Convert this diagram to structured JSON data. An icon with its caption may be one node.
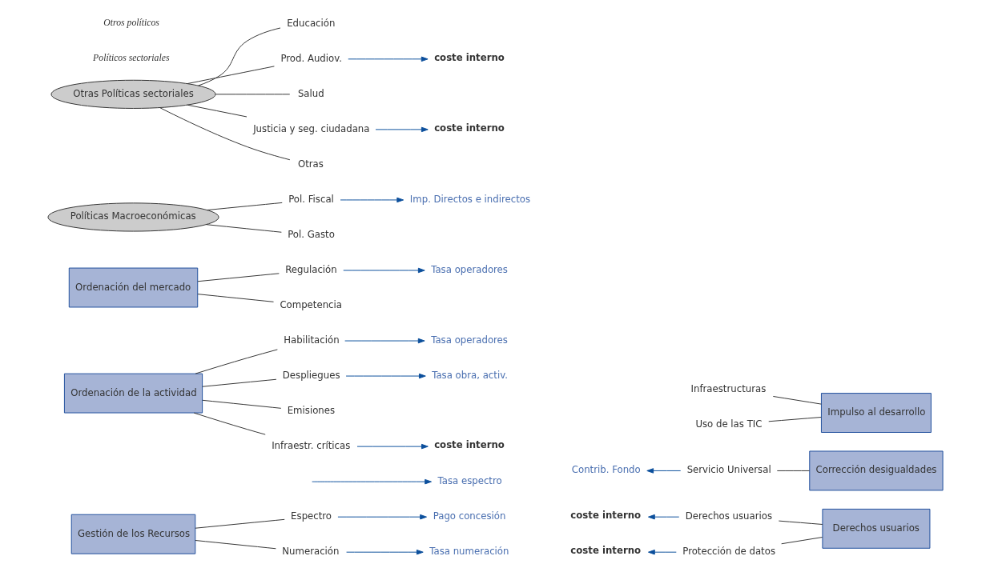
{
  "diagram": {
    "nodes": [
      {
        "text": [
          "Gestión de los Recursos"
        ]
      },
      {
        "text": [
          "Espectro"
        ]
      },
      {
        "text": [
          "Numeración"
        ]
      },
      {
        "text": [
          "Pago concesión"
        ]
      },
      {
        "text": [
          "Tasa espectro"
        ]
      },
      {
        "text": [
          "Tasa numeración"
        ]
      },
      {
        "text": [
          "Derechos usuarios"
        ]
      },
      {
        "text": [
          "Derechos usuarios"
        ]
      },
      {
        "text": [
          "Protección de datos"
        ]
      },
      {
        "text": [
          "coste interno"
        ]
      },
      {
        "text": [
          "coste interno"
        ]
      },
      {
        "text": [
          "Ordenación de la actividad"
        ]
      },
      {
        "text": [
          "Habilitación"
        ]
      },
      {
        "text": [
          "Despliegues"
        ]
      },
      {
        "text": [
          "Emisiones"
        ]
      },
      {
        "text": [
          "Infraestr. críticas"
        ]
      },
      {
        "text": [
          "Tasa operadores"
        ]
      },
      {
        "text": [
          "Tasa obra, activ."
        ]
      },
      {
        "text": [
          "coste interno"
        ]
      },
      {
        "text": [
          "Corrección desigualdades"
        ]
      },
      {
        "text": [
          "Servicio Universal"
        ]
      },
      {
        "text": [
          "Contrib. Fondo"
        ]
      },
      {
        "text": [
          "Ordenación del mercado"
        ]
      },
      {
        "text": [
          "Regulación"
        ]
      },
      {
        "text": [
          "Competencia"
        ]
      },
      {
        "text": [
          "Tasa operadores"
        ]
      },
      {
        "text": [
          "Impulso al desarrollo"
        ]
      },
      {
        "text": [
          "Infraestructuras"
        ]
      },
      {
        "text": [
          "Uso de las TIC"
        ]
      },
      {
        "text": [
          "Políticas Macroeconómicas"
        ]
      },
      {
        "text": [
          "Pol. Fiscal"
        ]
      },
      {
        "text": [
          "Pol. Gasto"
        ]
      },
      {
        "text": [
          "Imp. Directos e indirectos"
        ]
      },
      {
        "text": [
          "Otras Políticas sectoriales"
        ]
      },
      {
        "text": [
          "Educación"
        ]
      },
      {
        "text": [
          "Prod. Audiov."
        ]
      },
      {
        "text": [
          "Salud"
        ]
      },
      {
        "text": [
          "Justicia y seg. ciudadana"
        ]
      },
      {
        "text": [
          "Otras"
        ]
      },
      {
        "text": [
          "coste interno"
        ]
      },
      {
        "text": [
          "coste interno"
        ]
      }
    ],
    "edges": [
      {
        "from": 0,
        "to": 1,
        "arrow": "none"
      },
      {
        "from": 0,
        "to": 2,
        "arrow": "none"
      },
      {
        "from": 1,
        "to": 3,
        "arrow": "to",
        "color": "#0b4f9c"
      },
      {
        "from": null,
        "to": 4,
        "arrow": "to",
        "color": "#0b4f9c"
      },
      {
        "from": 2,
        "to": 5,
        "arrow": "to",
        "color": "#0b4f9c"
      },
      {
        "from": 6,
        "to": 7,
        "arrow": "none"
      },
      {
        "from": 6,
        "to": 8,
        "arrow": "none"
      },
      {
        "from": 7,
        "to": 9,
        "arrow": "to",
        "color": "#0b4f9c"
      },
      {
        "from": 8,
        "to": 10,
        "arrow": "to",
        "color": "#0b4f9c"
      },
      {
        "from": 11,
        "to": 12,
        "arrow": "none"
      },
      {
        "from": 11,
        "to": 13,
        "arrow": "none"
      },
      {
        "from": 11,
        "to": 14,
        "arrow": "none"
      },
      {
        "from": 11,
        "to": 15,
        "arrow": "none"
      },
      {
        "from": 12,
        "to": 16,
        "arrow": "to",
        "color": "#0b4f9c"
      },
      {
        "from": 13,
        "to": 17,
        "arrow": "to",
        "color": "#0b4f9c"
      },
      {
        "from": 15,
        "to": 18,
        "arrow": "to",
        "color": "#0b4f9c"
      },
      {
        "from": 19,
        "to": 20,
        "arrow": "none"
      },
      {
        "from": 20,
        "to": 21,
        "arrow": "to",
        "color": "#0b4f9c"
      },
      {
        "from": 22,
        "to": 23,
        "arrow": "none"
      },
      {
        "from": 22,
        "to": 24,
        "arrow": "none"
      },
      {
        "from": 23,
        "to": 25,
        "arrow": "to",
        "color": "#0b4f9c"
      },
      {
        "from": 26,
        "to": 27,
        "arrow": "none"
      },
      {
        "from": 26,
        "to": 28,
        "arrow": "none"
      },
      {
        "from": 29,
        "to": 30,
        "arrow": "none"
      },
      {
        "from": 29,
        "to": 31,
        "arrow": "none"
      },
      {
        "from": 30,
        "to": 32,
        "arrow": "to",
        "color": "#0b4f9c"
      },
      {
        "from": 33,
        "to": 34,
        "arrow": "none"
      },
      {
        "from": 33,
        "to": 35,
        "arrow": "none"
      },
      {
        "from": 33,
        "to": 36,
        "arrow": "none"
      },
      {
        "from": 33,
        "to": 37,
        "arrow": "none"
      },
      {
        "from": 33,
        "to": 38,
        "arrow": "none"
      },
      {
        "from": 35,
        "to": 39,
        "arrow": "to",
        "color": "#0b4f9c"
      },
      {
        "from": 37,
        "to": 40,
        "arrow": "to",
        "color": "#0b4f9c"
      }
    ],
    "labels": [
      "Políticos sectoriales",
      "Otros políticos"
    ]
  }
}
